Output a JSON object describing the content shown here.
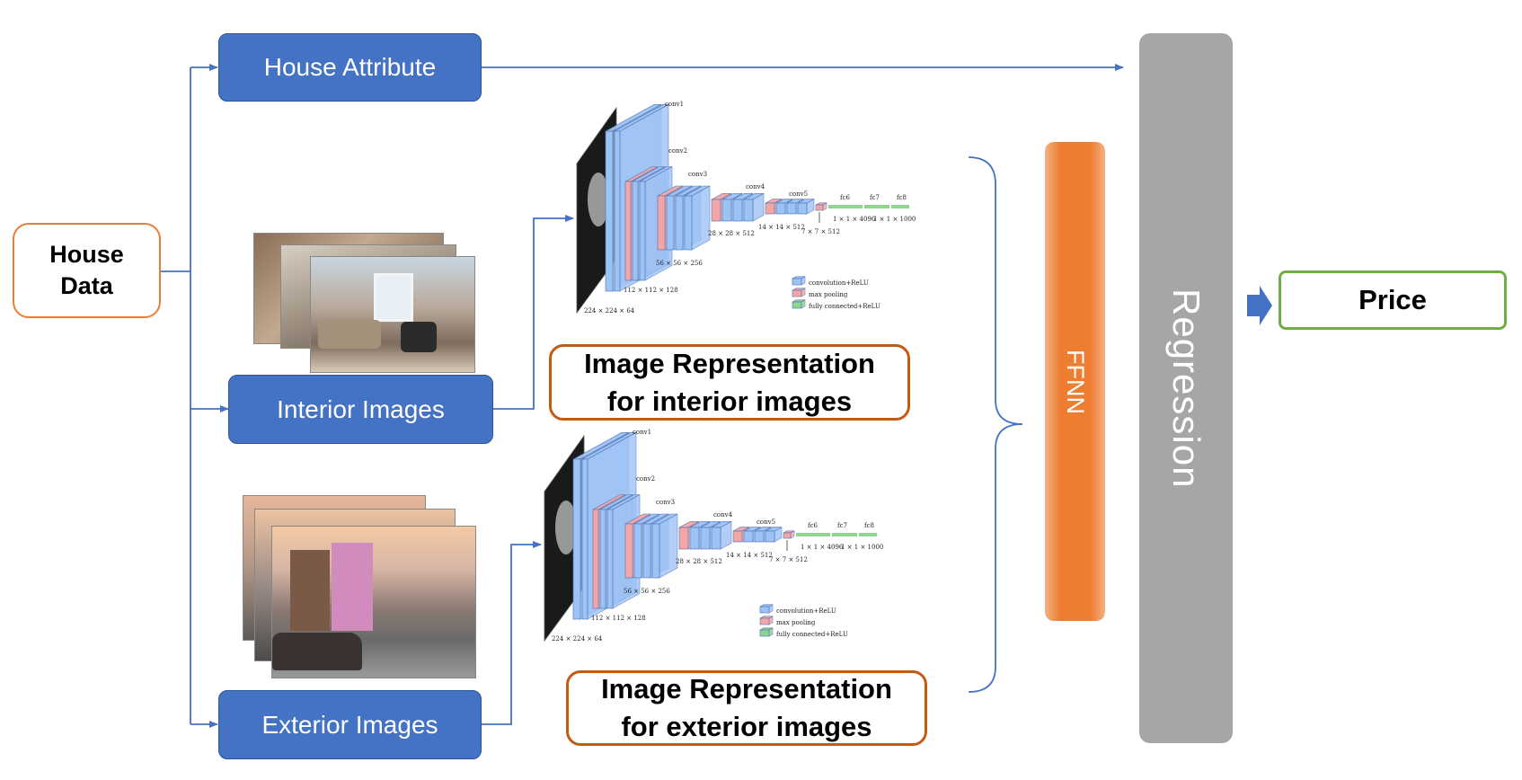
{
  "nodes": {
    "house_data": "House\nData",
    "house_attribute": "House Attribute",
    "interior_images": "Interior Images",
    "exterior_images": "Exterior Images",
    "rep_interior_line1": "Image Representation",
    "rep_interior_line2": "for interior images",
    "rep_exterior_line1": "Image Representation",
    "rep_exterior_line2": "for exterior images",
    "ffnn": "FFNN",
    "regression": "Regression",
    "price": "Price"
  },
  "vgg": {
    "layers": {
      "conv1": "conv1",
      "conv2": "conv2",
      "conv3": "conv3",
      "conv4": "conv4",
      "conv5": "conv5",
      "fc6": "fc6",
      "fc7": "fc7",
      "fc8": "fc8"
    },
    "dims": {
      "d224": "224 × 224 × 64",
      "d112": "112 × 112 × 128",
      "d56": "56 × 56 × 256",
      "d28": "28 × 28 × 512",
      "d14": "14 × 14 × 512",
      "d7": "7 × 7 × 512",
      "d4096": "1 × 1 × 4096",
      "d1000": "1 × 1 × 1000"
    },
    "legend": {
      "conv": "convolution+ReLU",
      "pool": "max pooling",
      "fc": "fully connected+ReLU"
    }
  },
  "colors": {
    "node_blue": "#4472c4",
    "ffnn_orange": "#ed7d31",
    "regression_gray": "#a6a6a6",
    "price_green": "#70ad47",
    "arrow_blue": "#4472c4",
    "conv_blue": "#9dc3f5",
    "pool_red": "#f4a6a6",
    "fc_green": "#8fd48f"
  }
}
